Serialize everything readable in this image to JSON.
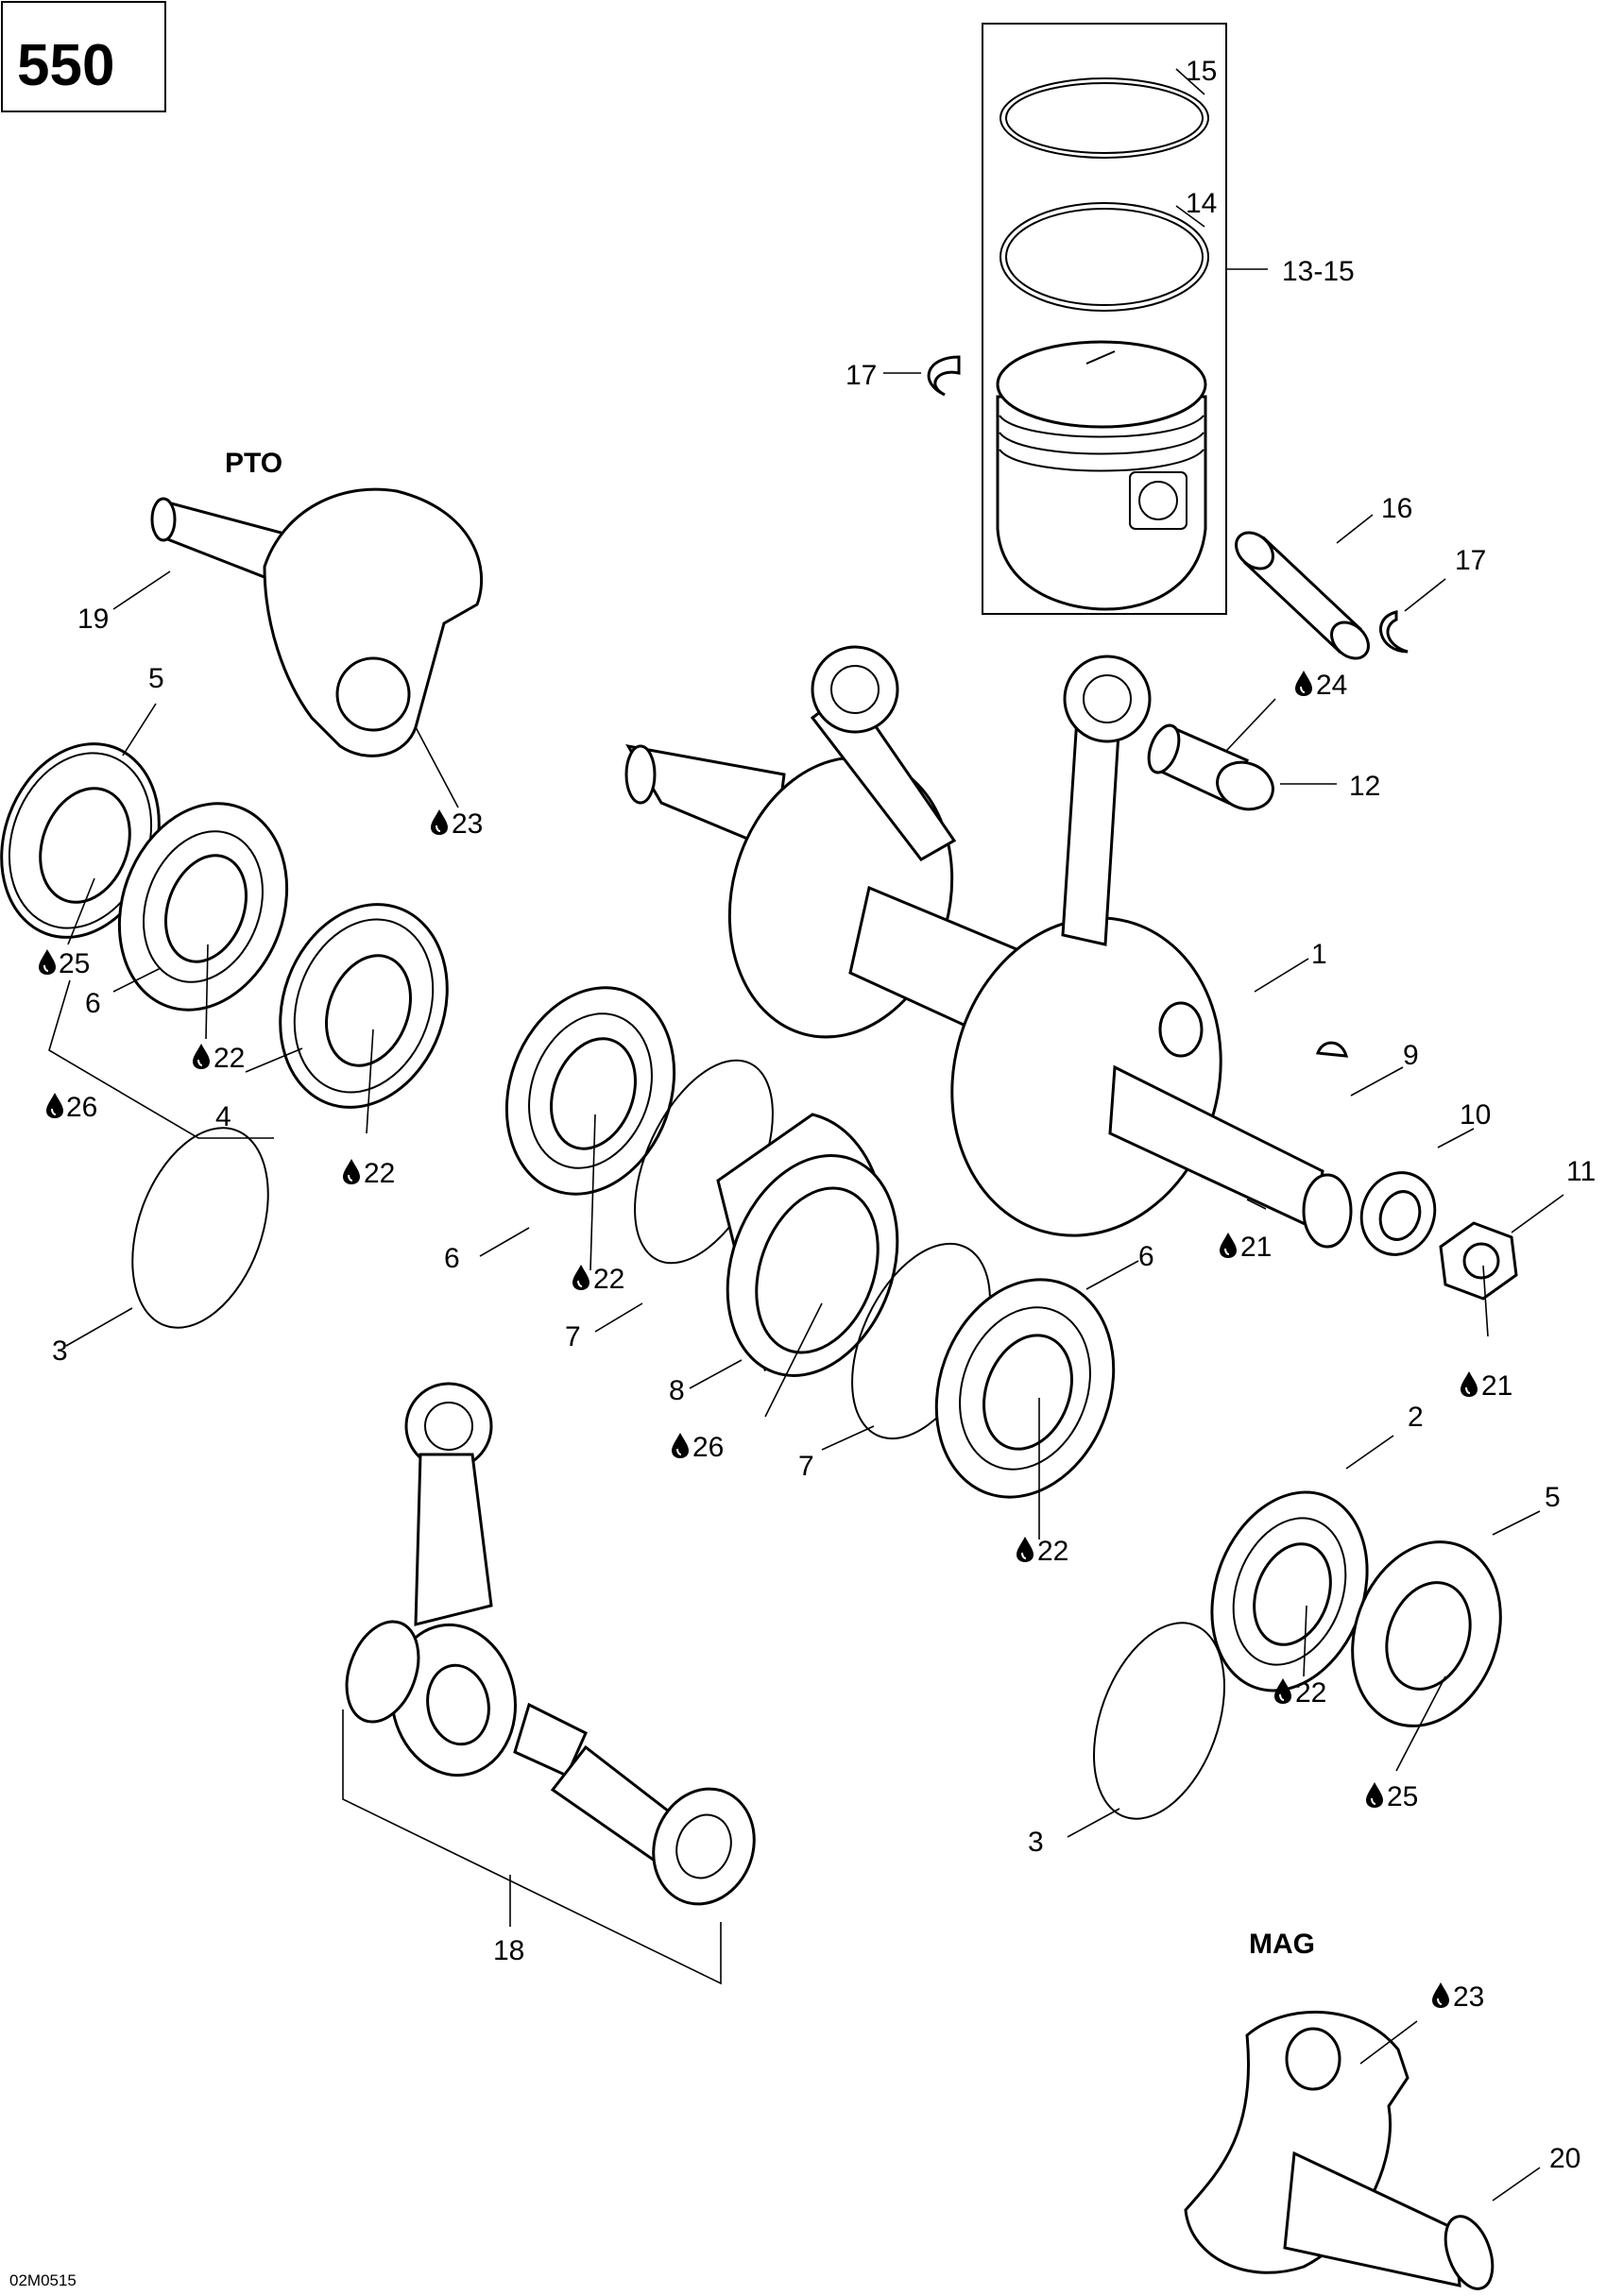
{
  "title": "550",
  "drawing_code": "02M0515",
  "sections": {
    "pto": "PTO",
    "mag": "MAG"
  },
  "lube_icon": "oil-drop-icon",
  "callouts": [
    {
      "id": "c15",
      "text": "15"
    },
    {
      "id": "c14",
      "text": "14"
    },
    {
      "id": "c13-15",
      "text": "13-15"
    },
    {
      "id": "c17a",
      "text": "17"
    },
    {
      "id": "c16",
      "text": "16"
    },
    {
      "id": "c17b",
      "text": "17"
    },
    {
      "id": "c19",
      "text": "19"
    },
    {
      "id": "c24",
      "text": "24",
      "lube": true
    },
    {
      "id": "c12",
      "text": "12"
    },
    {
      "id": "c5a",
      "text": "5"
    },
    {
      "id": "c23a",
      "text": "23",
      "lube": true
    },
    {
      "id": "c1",
      "text": "1"
    },
    {
      "id": "c25a",
      "text": "25",
      "lube": true
    },
    {
      "id": "c6a",
      "text": "6"
    },
    {
      "id": "c22a",
      "text": "22",
      "lube": true
    },
    {
      "id": "c9",
      "text": "9"
    },
    {
      "id": "c10",
      "text": "10"
    },
    {
      "id": "c26a",
      "text": "26",
      "lube": true
    },
    {
      "id": "c4",
      "text": "4"
    },
    {
      "id": "c22b",
      "text": "22",
      "lube": true
    },
    {
      "id": "c11",
      "text": "11"
    },
    {
      "id": "c6b",
      "text": "6"
    },
    {
      "id": "c21a",
      "text": "21",
      "lube": true
    },
    {
      "id": "c6c",
      "text": "6"
    },
    {
      "id": "c22c",
      "text": "22",
      "lube": true
    },
    {
      "id": "c7a",
      "text": "7"
    },
    {
      "id": "c3a",
      "text": "3"
    },
    {
      "id": "c21b",
      "text": "21",
      "lube": true
    },
    {
      "id": "c8",
      "text": "8"
    },
    {
      "id": "c2",
      "text": "2"
    },
    {
      "id": "c26b",
      "text": "26",
      "lube": true
    },
    {
      "id": "c7b",
      "text": "7"
    },
    {
      "id": "c5b",
      "text": "5"
    },
    {
      "id": "c22d",
      "text": "22",
      "lube": true
    },
    {
      "id": "c22e",
      "text": "22",
      "lube": true
    },
    {
      "id": "c25b",
      "text": "25",
      "lube": true
    },
    {
      "id": "c3b",
      "text": "3"
    },
    {
      "id": "c18",
      "text": "18"
    },
    {
      "id": "c23b",
      "text": "23",
      "lube": true
    },
    {
      "id": "c20",
      "text": "20"
    }
  ]
}
